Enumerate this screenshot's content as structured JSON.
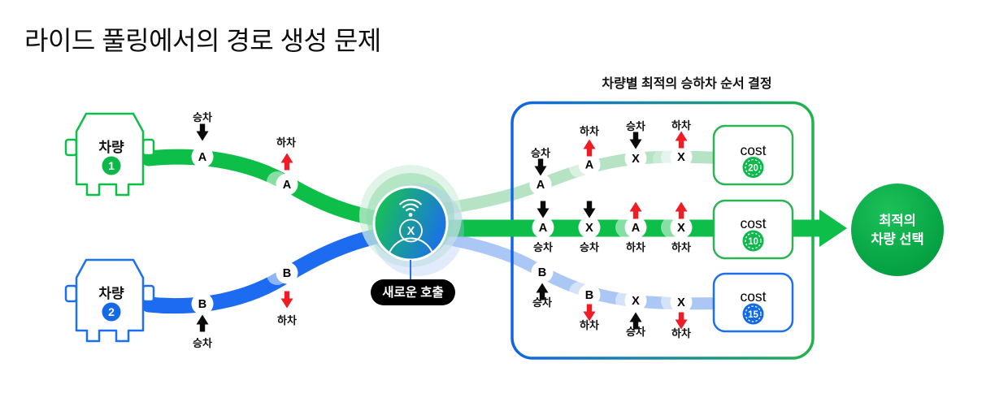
{
  "title": "라이드 풀링에서의 경로 생성 문제",
  "vehicle1": {
    "label": "차량",
    "number": "1",
    "nodes": [
      {
        "letter": "A",
        "action": "승차"
      },
      {
        "letter": "A",
        "action": "하차"
      }
    ]
  },
  "vehicle2": {
    "label": "차량",
    "number": "2",
    "nodes": [
      {
        "letter": "B",
        "action": "승차"
      },
      {
        "letter": "B",
        "action": "하차"
      }
    ]
  },
  "hub": {
    "badge": "X",
    "callout": "새로운 호출"
  },
  "panel": {
    "title": "차량별 최적의 승하차 순서 결정",
    "options": [
      {
        "cost_label": "cost",
        "cost_value": "20",
        "nodes": [
          {
            "letter": "A",
            "action": "승차"
          },
          {
            "letter": "A",
            "action": "하차"
          },
          {
            "letter": "X",
            "action": "승차"
          },
          {
            "letter": "X",
            "action": "하차"
          }
        ]
      },
      {
        "cost_label": "cost",
        "cost_value": "10",
        "nodes": [
          {
            "letter": "A",
            "action": "승차"
          },
          {
            "letter": "X",
            "action": "승차"
          },
          {
            "letter": "A",
            "action": "하차"
          },
          {
            "letter": "X",
            "action": "하차"
          }
        ]
      },
      {
        "cost_label": "cost",
        "cost_value": "15",
        "nodes": [
          {
            "letter": "B",
            "action": "승차"
          },
          {
            "letter": "B",
            "action": "하차"
          },
          {
            "letter": "X",
            "action": "승차"
          },
          {
            "letter": "X",
            "action": "하차"
          }
        ]
      }
    ]
  },
  "result": {
    "line1": "최적의",
    "line2": "차량 선택"
  },
  "colors": {
    "green": "#0dbf48",
    "blue": "#1d6bf0",
    "light_green": "#b5e3c4",
    "light_blue": "#abc7f5",
    "red": "#ee1c24",
    "black": "#000000",
    "panel_border_left": "#1263e8",
    "panel_border_right": "#22b24f"
  }
}
